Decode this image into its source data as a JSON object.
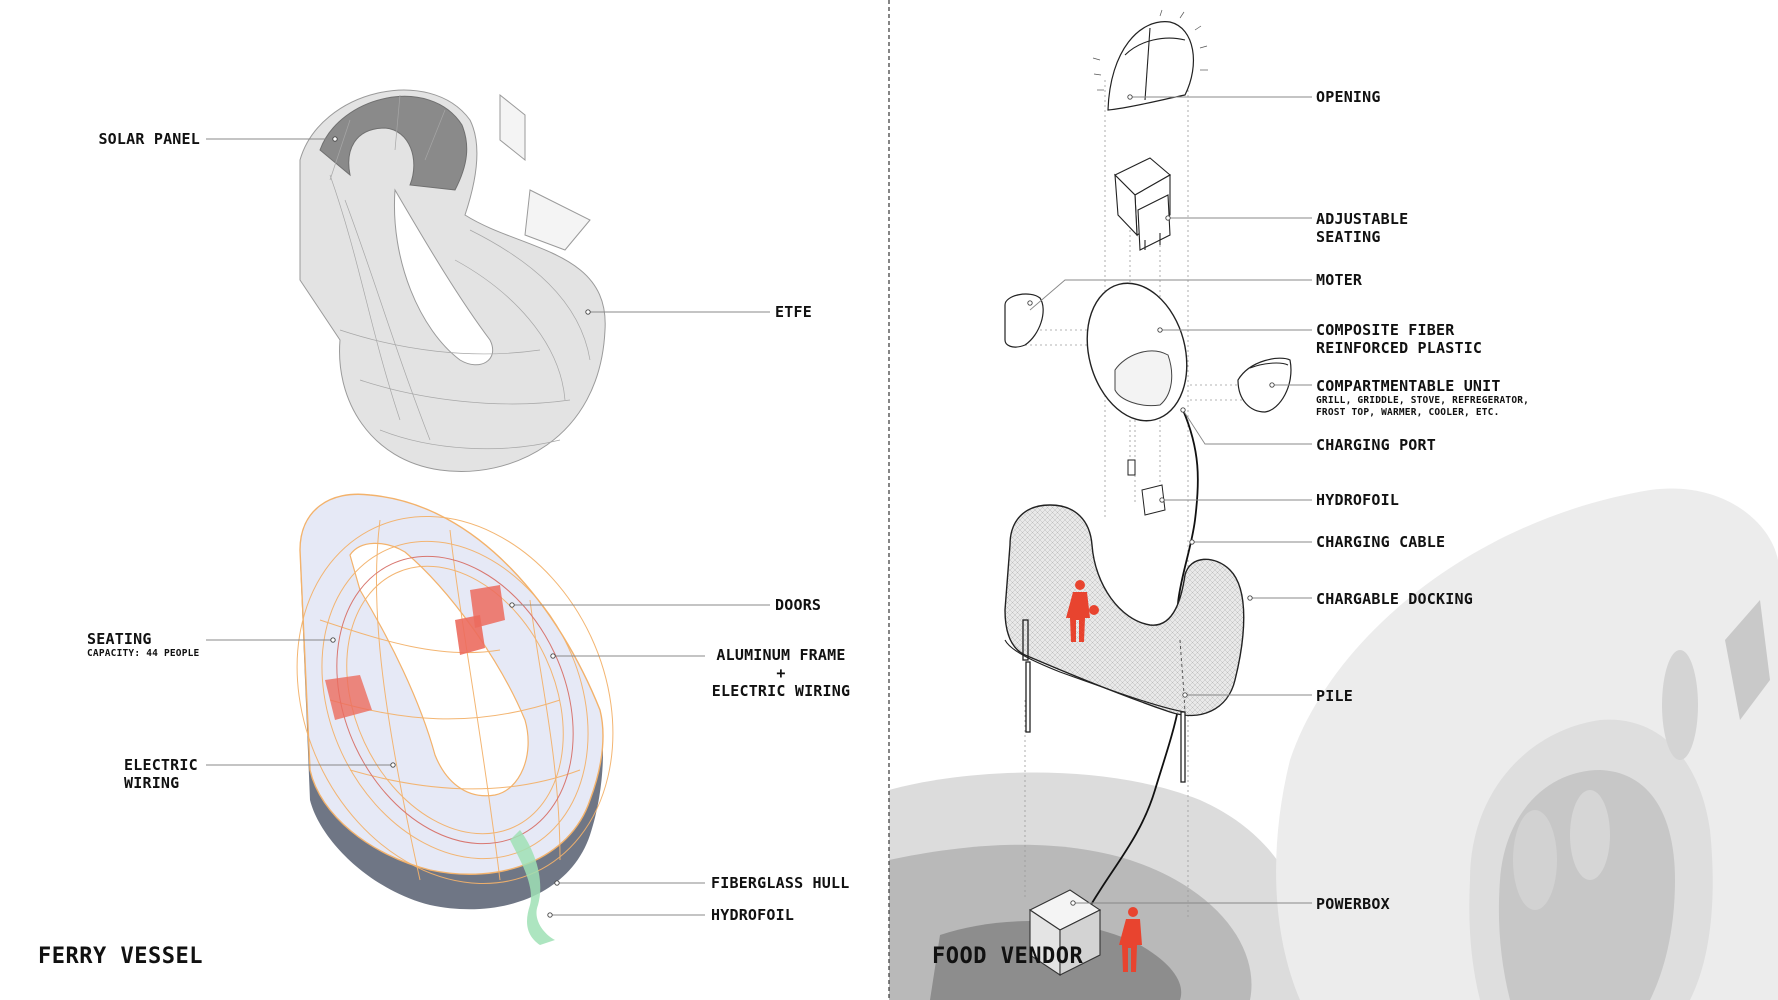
{
  "left_panel": {
    "title": "FERRY VESSEL",
    "labels": {
      "solar_panel": "SOLAR PANEL",
      "etfe": "ETFE",
      "doors": "DOORS",
      "seating": "SEATING",
      "seating_capacity": "CAPACITY: 44 PEOPLE",
      "aluminum_frame_1": "ALUMINUM FRAME",
      "aluminum_frame_2": "+",
      "aluminum_frame_3": "ELECTRIC WIRING",
      "electric_wiring_1": "ELECTRIC",
      "electric_wiring_2": "WIRING",
      "fiberglass_hull": "FIBERGLASS HULL",
      "hydrofoil": "HYDROFOIL"
    }
  },
  "right_panel": {
    "title": "FOOD VENDOR",
    "labels": {
      "opening": "OPENING",
      "adjustable_seating_1": "ADJUSTABLE",
      "adjustable_seating_2": "SEATING",
      "moter": "MOTER",
      "composite_1": "COMPOSITE FIBER",
      "composite_2": "REINFORCED PLASTIC",
      "compartment": "COMPARTMENTABLE UNIT",
      "compartment_sub_1": "GRILL, GRIDDLE, STOVE, REFREGERATOR,",
      "compartment_sub_2": "FROST TOP, WARMER, COOLER, ETC.",
      "charging_port": "CHARGING PORT",
      "hydrofoil": "HYDROFOIL",
      "charging_cable": "CHARGING CABLE",
      "chargable_docking": "CHARGABLE DOCKING",
      "pile": "PILE",
      "powerbox": "POWERBOX"
    }
  },
  "colors": {
    "frame_orange": "#f3b26b",
    "door_red": "#ec6b5e",
    "hull_dark": "#6f7685",
    "hydrofoil_green": "#9fe0b5",
    "figure_red": "#e8442f",
    "solar_dark": "#8a8a8a",
    "etfe_light": "#e3e3e3"
  }
}
